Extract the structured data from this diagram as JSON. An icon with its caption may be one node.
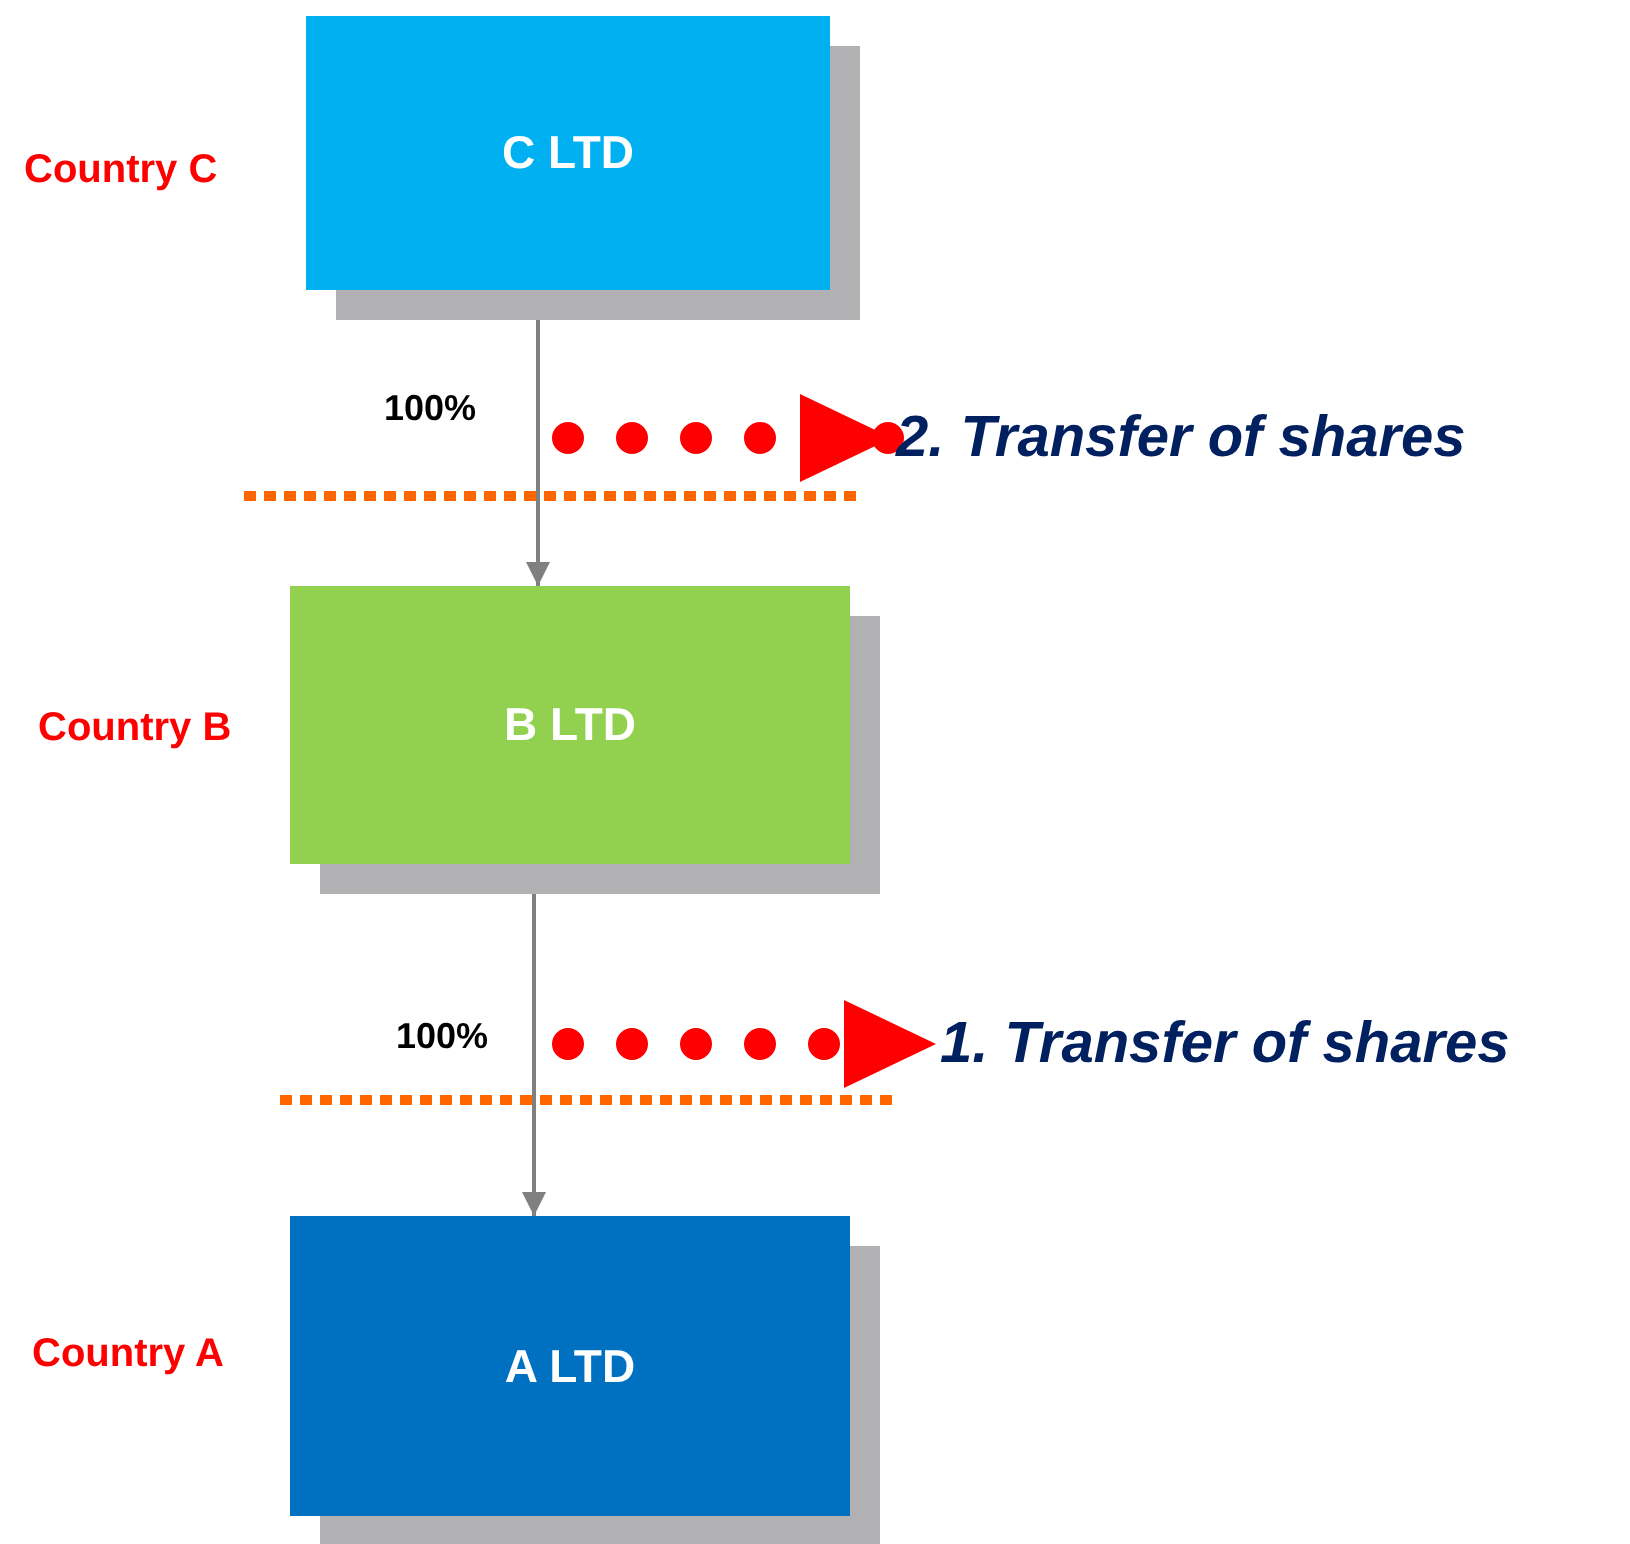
{
  "diagram": {
    "nodes": [
      {
        "text": [
          "C LTD"
        ],
        "beside": [
          "Country C"
        ]
      },
      {
        "text": [
          "B LTD"
        ],
        "beside": [
          "Country B"
        ]
      },
      {
        "text": [
          "A LTD"
        ],
        "beside": [
          "Country A"
        ]
      },
      {
        "text": [
          "2. Transfer of shares"
        ]
      },
      {
        "text": [
          "1. Transfer of shares"
        ]
      }
    ],
    "edges": [
      {
        "from": 0,
        "to": 1,
        "arrow": "to",
        "label": "100%"
      },
      {
        "from": 1,
        "to": 2,
        "arrow": "to",
        "label": "100%"
      },
      {
        "from": null,
        "to": 3,
        "arrow": "to",
        "style": "dashed",
        "color": "#ff0000"
      },
      {
        "from": null,
        "to": 4,
        "arrow": "to",
        "style": "dashed",
        "color": "#ff0000"
      }
    ]
  }
}
